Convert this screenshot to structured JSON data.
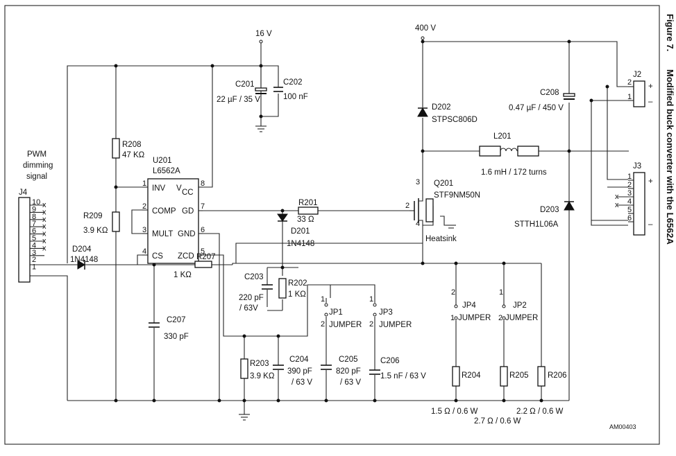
{
  "caption": {
    "figure": "Figure 7.",
    "title": "Modified buck converter with the L6562A"
  },
  "supplies": {
    "v16": "16 V",
    "v400": "400 V"
  },
  "connector_j4": {
    "name": "J4",
    "title_line1": "PWM",
    "title_line2": "dimming",
    "title_line3": "signal",
    "pins": [
      "10",
      "9",
      "8",
      "7",
      "6",
      "5",
      "4",
      "3",
      "2",
      "1"
    ]
  },
  "ic": {
    "ref": "U201",
    "part": "L6562A",
    "pins": {
      "inv": "INV",
      "vcc": "V",
      "vcc_sub": "CC",
      "comp": "COMP",
      "gd": "GD",
      "mult": "MULT",
      "gnd": "GND",
      "cs": "CS",
      "zcd": "ZCD"
    },
    "pin_numbers": {
      "p1": "1",
      "p2": "2",
      "p3": "3",
      "p4": "4",
      "p5": "5",
      "p6": "6",
      "p7": "7",
      "p8": "8"
    }
  },
  "components": {
    "c201": {
      "ref": "C201",
      "value": "22 µF / 35 V"
    },
    "c202": {
      "ref": "C202",
      "value": "100 nF"
    },
    "r208": {
      "ref": "R208",
      "value": "47 KΩ"
    },
    "r209": {
      "ref": "R209",
      "value": "3.9 KΩ"
    },
    "d204": {
      "ref": "D204",
      "value": "1N4148"
    },
    "r207": {
      "ref": "R207",
      "value": "1 KΩ"
    },
    "c207": {
      "ref": "C207",
      "value": "330 pF"
    },
    "r201": {
      "ref": "R201",
      "value": "33 Ω"
    },
    "d201": {
      "ref": "D201",
      "value": "1N4148"
    },
    "c203": {
      "ref": "C203",
      "value_line1": "220 pF",
      "value_line2": "/ 63V"
    },
    "r202": {
      "ref": "R202",
      "value": "1 KΩ"
    },
    "r203": {
      "ref": "R203",
      "value": "3.9 KΩ"
    },
    "c204": {
      "ref": "C204",
      "value_line1": "390 pF",
      "value_line2": "/ 63 V"
    },
    "c205": {
      "ref": "C205",
      "value_line1": "820 pF",
      "value_line2": "/ 63 V"
    },
    "c206": {
      "ref": "C206",
      "value": "1.5 nF / 63 V"
    },
    "jp1": {
      "ref": "JP1",
      "value": "JUMPER"
    },
    "jp3": {
      "ref": "JP3",
      "value": "JUMPER"
    },
    "jp4": {
      "ref": "JP4",
      "value": "JUMPER"
    },
    "jp2": {
      "ref": "JP2",
      "value": "JUMPER"
    },
    "d202": {
      "ref": "D202",
      "value": "STPSC806D"
    },
    "l201": {
      "ref": "L201",
      "value": "1.6 mH / 172 turns"
    },
    "c208": {
      "ref": "C208",
      "value": "0.47 µF / 450 V"
    },
    "q201": {
      "ref": "Q201",
      "value": "STF9NM50N",
      "heatsink": "Heatsink"
    },
    "d203": {
      "ref": "D203",
      "value": "STTH1L06A"
    },
    "r204": {
      "ref": "R204",
      "value": "1.5 Ω / 0.6 W"
    },
    "r205": {
      "ref": "R205",
      "value": "2.7 Ω / 0.6 W"
    },
    "r206": {
      "ref": "R206",
      "value": "2.2 Ω / 0.6 W"
    }
  },
  "connector_j2": {
    "name": "J2",
    "pins": [
      "2",
      "1"
    ],
    "plus": "+",
    "minus": "–"
  },
  "connector_j3": {
    "name": "J3",
    "pins": [
      "1",
      "2",
      "3",
      "4",
      "5",
      "6"
    ],
    "plus": "+",
    "minus": "–"
  },
  "small_text": {
    "q_pin3": "3",
    "q_pin2": "2",
    "q_pin4": "4",
    "jp_pin1": "1",
    "jp_pin2": "2",
    "nc": "x"
  },
  "code": "AM00403"
}
